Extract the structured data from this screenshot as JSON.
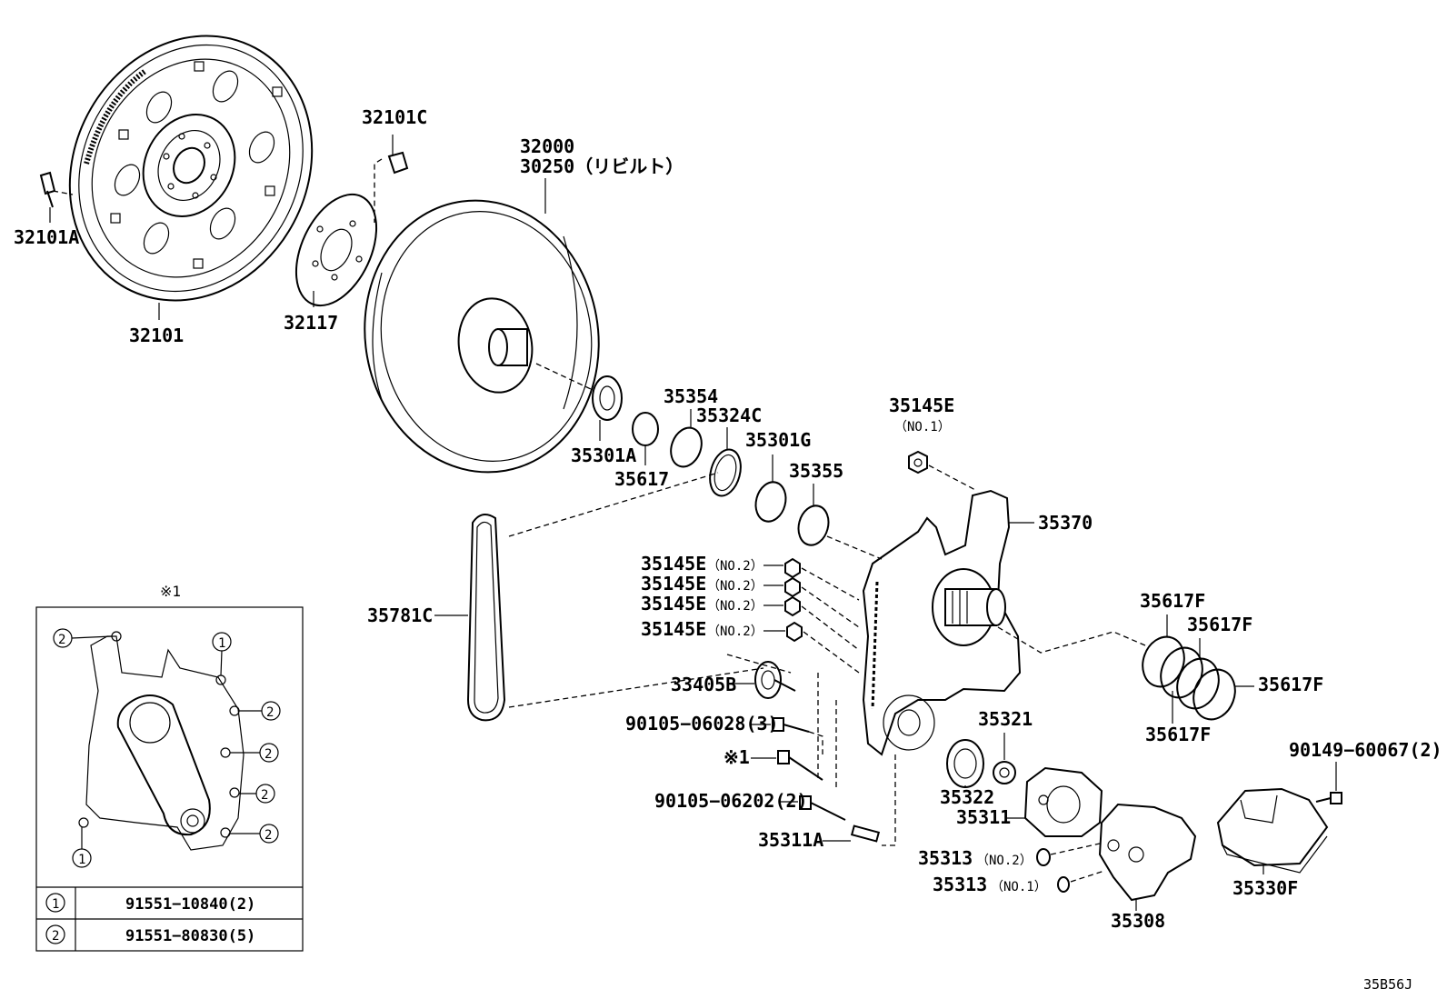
{
  "diagram_id": "35B56J",
  "labels": {
    "p32101A": "32101A",
    "p32101": "32101",
    "p32101C": "32101C",
    "p32117": "32117",
    "p32000": "32000",
    "p30250": "30250（リビルト）",
    "p35301A": "35301A",
    "p35617": "35617",
    "p35354": "35354",
    "p35324C": "35324C",
    "p35301G": "35301G",
    "p35355": "35355",
    "p35145E_no1": "35145E",
    "p35145E_no1_sub": "（NO.1）",
    "p35370": "35370",
    "p35145E_a": "35145E",
    "p35145E_b": "35145E",
    "p35145E_c": "35145E",
    "p35145E_d": "35145E",
    "no2": "（NO.2）",
    "p35781C": "35781C",
    "p33405B": "33405B",
    "p90105_06028": "90105−06028(3)",
    "star1": "※1",
    "p90105_06202": "90105−06202(2)",
    "p35311A": "35311A",
    "p35321": "35321",
    "p35322": "35322",
    "p35311": "35311",
    "p35313_no2": "35313",
    "p35313_no2_sub": "（NO.2）",
    "p35313_no1": "35313",
    "p35313_no1_sub": "（NO.1）",
    "p35308": "35308",
    "p35617F_a": "35617F",
    "p35617F_b": "35617F",
    "p35617F_c": "35617F",
    "p35617F_d": "35617F",
    "p90149_60067": "90149−60067(2)",
    "p35330F": "35330F"
  },
  "inset": {
    "title": "※1",
    "marker1": "1",
    "marker2": "2",
    "legend": [
      {
        "num": "1",
        "part": "91551−10840(2)"
      },
      {
        "num": "2",
        "part": "91551−80830(5)"
      }
    ]
  }
}
